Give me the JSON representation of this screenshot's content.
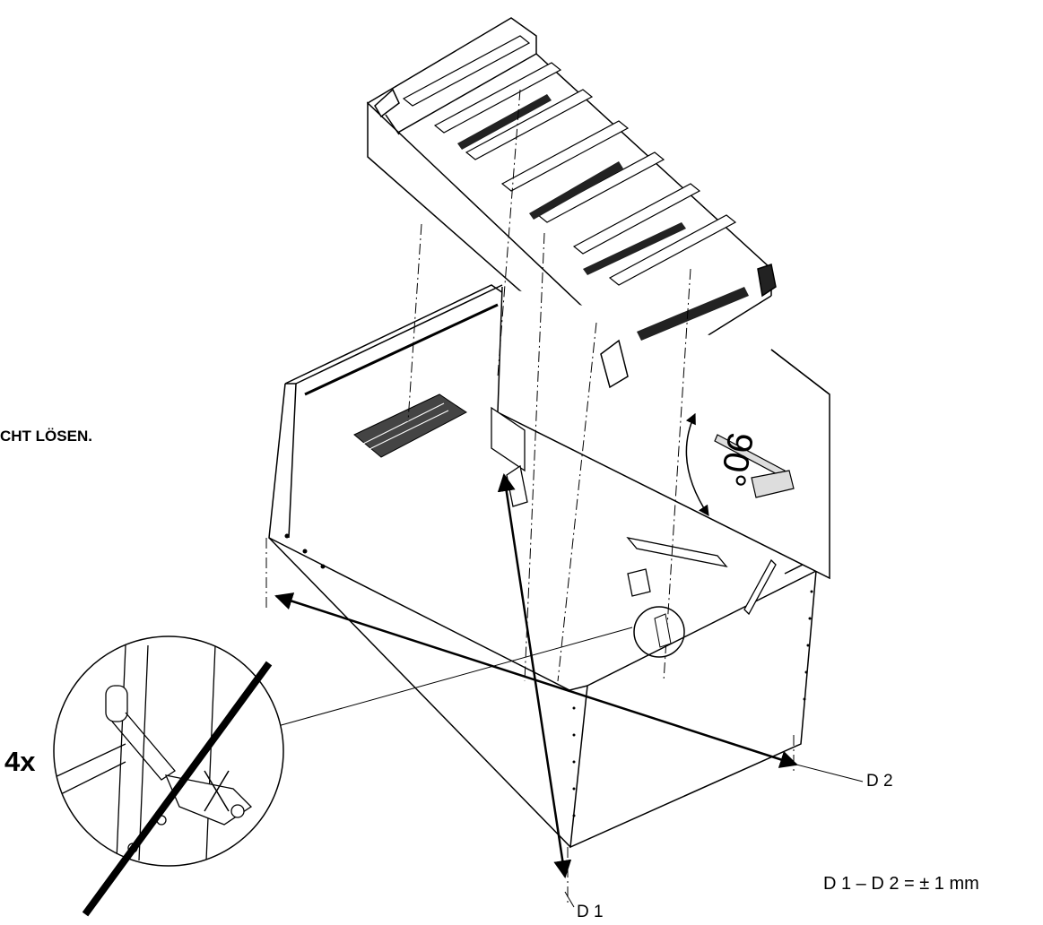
{
  "labels": {
    "warning_text": "CHT LÖSEN.",
    "quantity": "4x",
    "d2": "D 2",
    "d1": "D 1",
    "tolerance": "D 1 – D 2 = ± 1 mm",
    "angle": "90°"
  },
  "icons": [
    "ladder-assembly",
    "attic-frame-box",
    "detail-magnifier-circle",
    "crossed-out-screw-icon"
  ],
  "colors": {
    "line": "#000000",
    "background": "#ffffff"
  }
}
